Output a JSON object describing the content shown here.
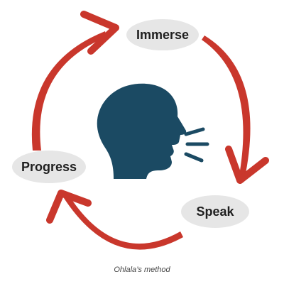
{
  "diagram": {
    "steps": {
      "immerse": "Immerse",
      "speak": "Speak",
      "progress": "Progress"
    },
    "caption": "Ohlala’s method"
  },
  "colors": {
    "arrow": "#c9372c",
    "head": "#1b4a63",
    "pill_background": "#e6e6e6",
    "label_text": "#1f1f1f",
    "caption_text": "#444444"
  },
  "icons": {
    "center": "speaking-head-icon"
  }
}
